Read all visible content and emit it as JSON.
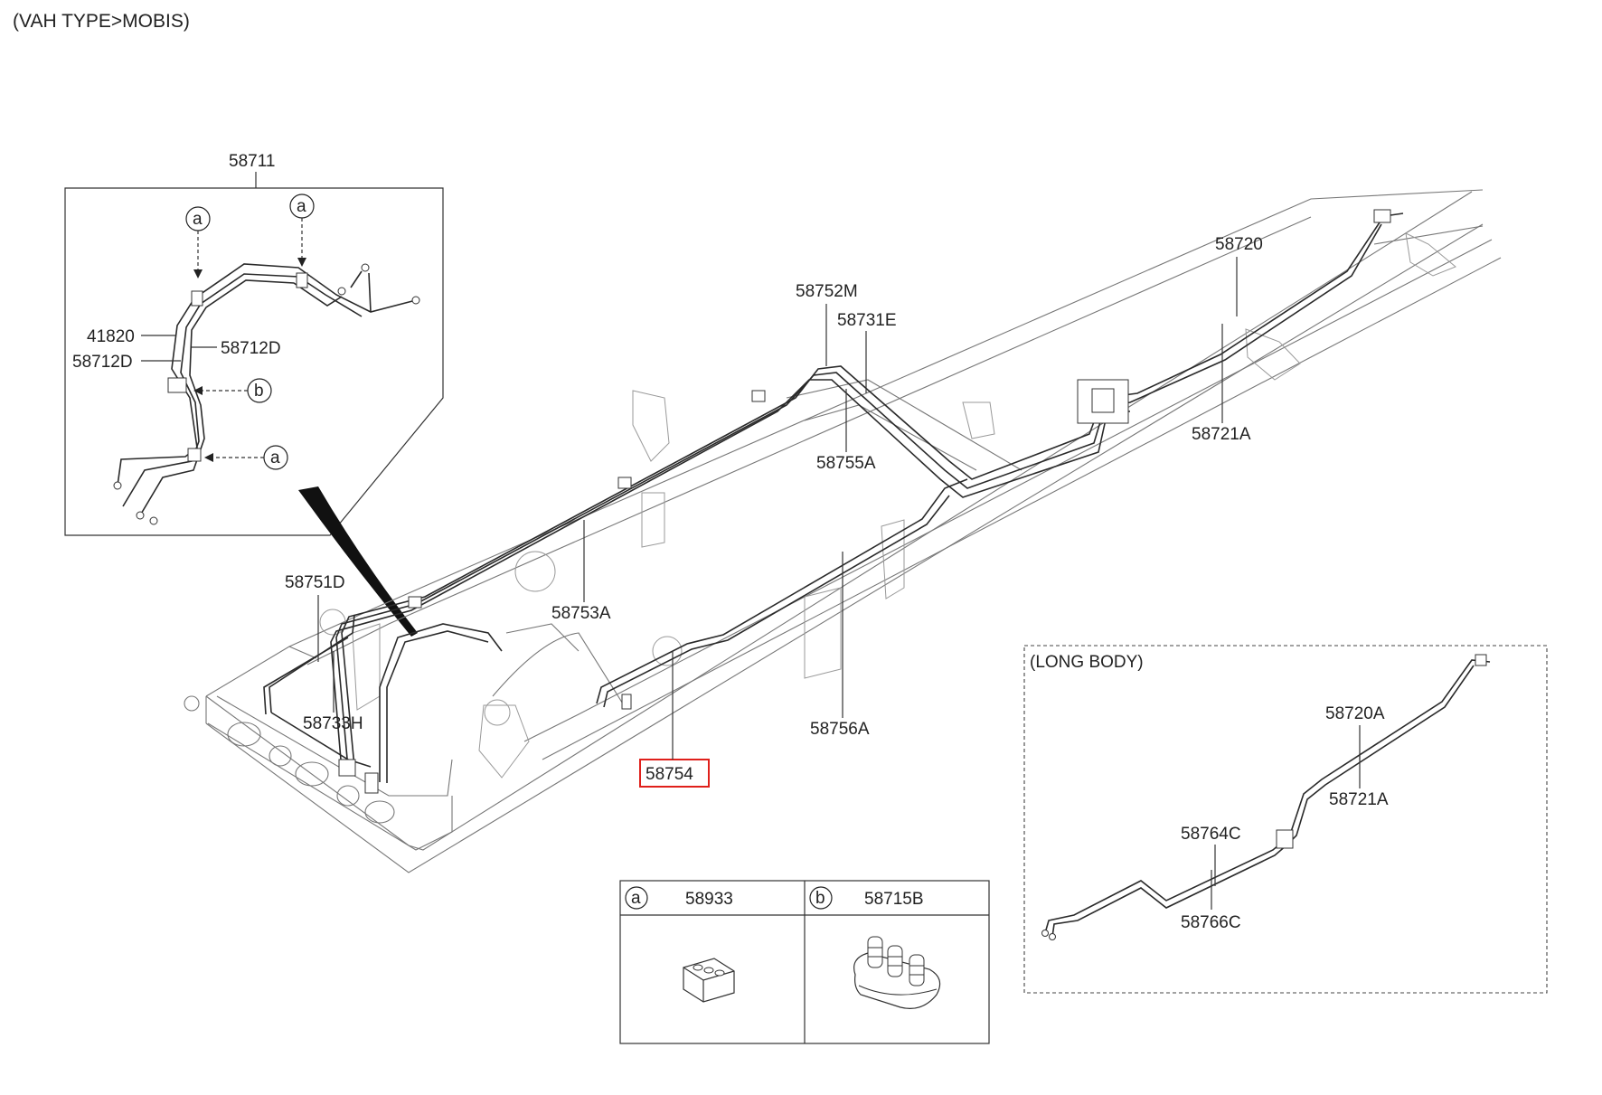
{
  "header": {
    "title": "(VAH TYPE>MOBIS)"
  },
  "inset": {
    "title_code": "58711",
    "labels": [
      "41820",
      "58712D",
      "58712D"
    ],
    "markers": [
      "a",
      "a",
      "b",
      "a"
    ]
  },
  "main": {
    "labels": [
      "58720",
      "58752M",
      "58731E",
      "58755A",
      "58721A",
      "58751D",
      "58753A",
      "58733H",
      "58756A"
    ],
    "selected_part": "58754"
  },
  "long_body": {
    "title": "(LONG BODY)",
    "labels": [
      "58720A",
      "58721A",
      "58764C",
      "58766C"
    ]
  },
  "parts_table": {
    "cells": [
      {
        "marker": "a",
        "code": "58933"
      },
      {
        "marker": "b",
        "code": "58715B"
      }
    ]
  },
  "colors": {
    "highlight": "#e0201b",
    "line": "#333333",
    "frame": "#777777"
  }
}
